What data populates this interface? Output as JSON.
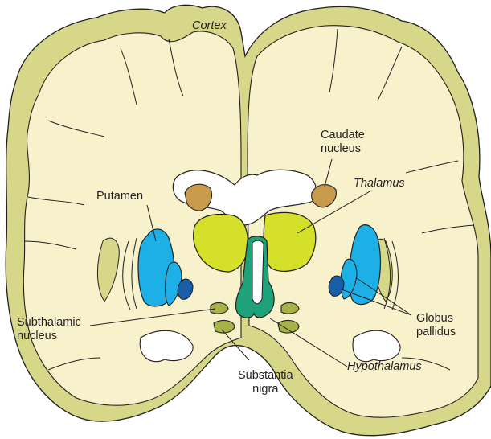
{
  "diagram": {
    "labels": {
      "cortex": "Cortex",
      "caudate_line1": "Caudate",
      "caudate_line2": "nucleus",
      "thalamus": "Thalamus",
      "putamen": "Putamen",
      "globus_line1": "Globus",
      "globus_line2": "pallidus",
      "subthalamic_line1": "Subthalamic",
      "subthalamic_line2": "nucleus",
      "substantia_line1": "Substantia",
      "substantia_line2": "nigra",
      "hypothalamus": "Hypothalamus"
    },
    "colors": {
      "gray_matter": "#d7d789",
      "white_matter": "#f8f2cc",
      "ventricle": "#ffffff",
      "caudate": "#c79a4c",
      "thalamus": "#d5e02b",
      "putamen": "#1db0e6",
      "globus_pallidus": "#1a5ea8",
      "hypothalamus": "#1fa27a",
      "subthalamic": "#a7b347",
      "outline": "#231f20"
    }
  }
}
